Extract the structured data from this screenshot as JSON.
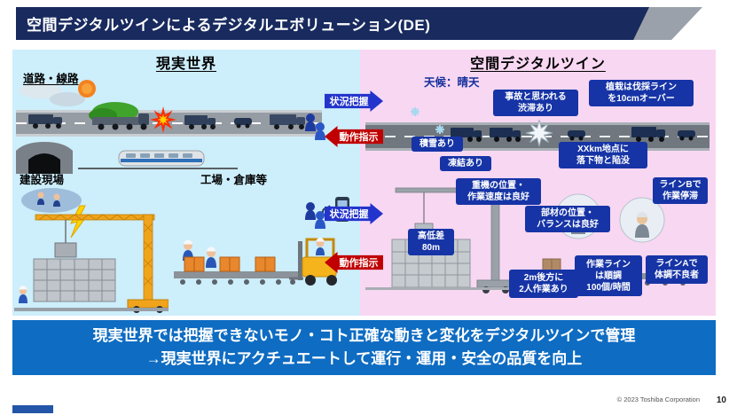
{
  "title": "空間デジタルツインによるデジタルエボリューション(DE)",
  "left_panel": {
    "header": "現実世界",
    "road_label": "道路・線路",
    "construction_label": "建設現場",
    "factory_label": "工場・倉庫等"
  },
  "right_panel": {
    "header": "空間デジタルツイン",
    "weather_note": "天候：晴天",
    "callouts": {
      "traffic_jam": "事故と思われる\n渋滞あり",
      "planting": "植栽は伐採ライン\nを10cmオーバー",
      "snow": "積雪あり",
      "freeze": "凍結あり",
      "fallen_object": "XXkm地点に\n落下物と陥没",
      "heavy_machine": "重機の位置・\n作業速度は良好",
      "material": "部材の位置・\nバランスは良好",
      "elevation": "高低差\n80m",
      "line_b": "ラインBで\n作業停滞",
      "workers_behind": "2m後方に\n2人作業あり",
      "work_line": "作業ライン\nは順調\n100個/時間",
      "line_a": "ラインAで\n体調不良者"
    }
  },
  "arrows": {
    "situation": "状況把握",
    "instruction": "動作指示"
  },
  "banner": {
    "line1": "現実世界では把握できないモノ・コト正確な動きと変化をデジタルツインで管理",
    "line2": "→現実世界にアクチュエートして運行・運用・安全の品質を向上"
  },
  "footer": {
    "copyright": "© 2023 Toshiba Corporation",
    "page": "10"
  },
  "colors": {
    "title_bar": "#182a5e",
    "left_panel_bg": "#cdeefb",
    "right_panel_bg": "#f8d7f2",
    "callout_bg": "#1634a6",
    "situation_arrow": "#2334cc",
    "instruction_arrow": "#c00000",
    "banner_bg": "#0e6cc2"
  }
}
